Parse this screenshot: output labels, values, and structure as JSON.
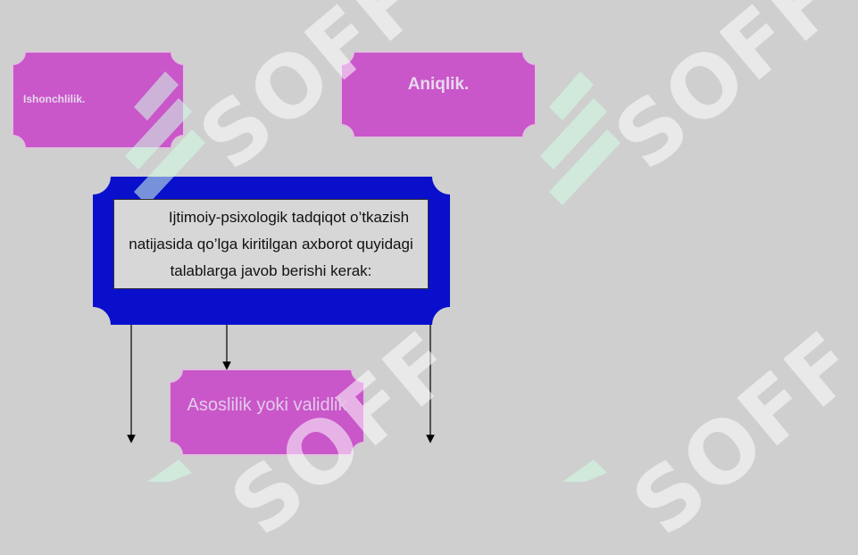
{
  "boxes": {
    "reliability": "Ishonchlilik.",
    "accuracy": "Aniqlik.",
    "validity": "Asoslilik yoki validlik"
  },
  "main_text": {
    "line1": "Ijtimoiy-psixologik tadqiqot o’tkazish",
    "line2": "natijasida qo’lga kiritilgan axborot quyidagi",
    "line3": "talablarga javob berishi kerak:"
  },
  "watermark": "SOFF",
  "colors": {
    "background": "#cfcfcf",
    "purple_box": "#c957c9",
    "blue_box": "#0a0fcc",
    "text_box": "#d7d7d7"
  }
}
